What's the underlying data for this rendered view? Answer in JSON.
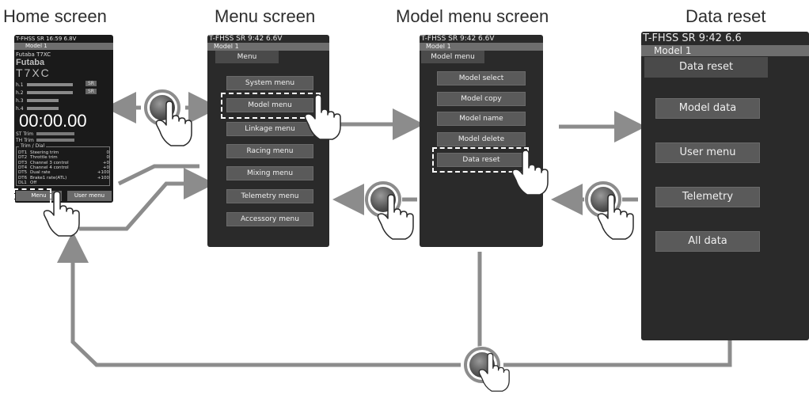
{
  "titles": {
    "home": "Home screen",
    "menu": "Menu screen",
    "model_menu": "Model menu screen",
    "data_reset": "Data reset"
  },
  "home": {
    "status": "T-FHSS SR   16:59  6.8V",
    "model": "Model 1",
    "brand": "Futaba T7XC",
    "logo": "Futaba",
    "model_logo": "T7XC",
    "channels": [
      "h.1",
      "h.2",
      "h.3",
      "h.4"
    ],
    "ch_tags": [
      "SR",
      "SR"
    ],
    "timer": "00:00.00",
    "trims": [
      "ST Trim",
      "TH Trim"
    ],
    "trim_header": "Trim / Dial",
    "dial_rows": [
      {
        "id": "DT1",
        "name": "Steering trim",
        "val": "0"
      },
      {
        "id": "DT2",
        "name": "Throttle trim",
        "val": "0"
      },
      {
        "id": "DT3",
        "name": "Channel 3 control",
        "val": "+0"
      },
      {
        "id": "DT4",
        "name": "Channel 4 control",
        "val": "+0"
      },
      {
        "id": "DT5",
        "name": "Dual rate",
        "val": "+100"
      },
      {
        "id": "DT6",
        "name": "Brake1 rate(ATL)",
        "val": "+100"
      },
      {
        "id": "DL1",
        "name": "Off",
        "val": ""
      }
    ],
    "menu_button": "Menu",
    "user_menu_button": "User menu"
  },
  "menu": {
    "status": "T-FHSS SR     9:42   6.6V",
    "model": "Model 1",
    "tab": "Menu",
    "items": [
      "System menu",
      "Model menu",
      "Linkage menu",
      "Racing menu",
      "Mixing menu",
      "Telemetry menu",
      "Accessory menu"
    ]
  },
  "model_menu": {
    "status": "T-FHSS SR     9:42   6.6V",
    "model": "Model 1",
    "tab": "Model menu",
    "items": [
      "Model select",
      "Model copy",
      "Model name",
      "Model delete",
      "Data reset"
    ]
  },
  "data_reset": {
    "status": "T-FHSS SR       9:42   6.6",
    "model": "Model 1",
    "tab": "Data reset",
    "items": [
      "Model data",
      "User menu",
      "Telemetry",
      "All data"
    ]
  },
  "colors": {
    "arrow": "#8c8c8c",
    "screen_bg": "#2a2a2a",
    "modelbar": "#6e6e6e",
    "button": "#5a5a5a",
    "knob": "#5e5e5e"
  },
  "icons": [
    "dial-knob-icon",
    "pointing-hand-icon"
  ]
}
